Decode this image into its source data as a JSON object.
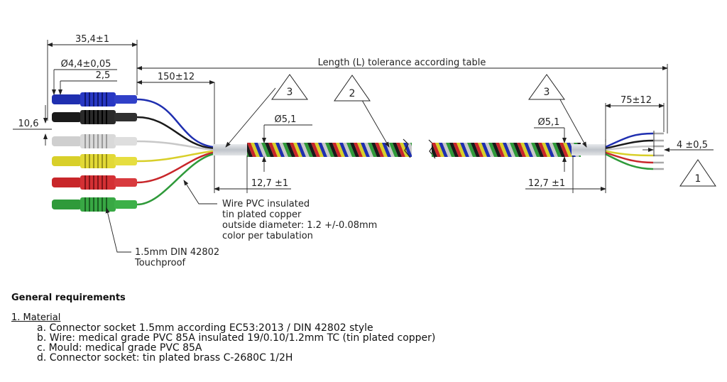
{
  "dimensions": {
    "overall_width": "35,4±1",
    "socket_diameter": "Ø4,4±0,05",
    "socket_pin": "2,5",
    "socket_spacing": "10,6",
    "breakout_left": "150±12",
    "length": "Length (L) tolerance according table",
    "jacket_left_diameter": "Ø5,1",
    "jacket_left_length": "12,7 ±1",
    "jacket_right_diameter": "Ø5,1",
    "jacket_right_length": "12,7 ±1",
    "breakout_right": "75±12",
    "strip_length": "4 ±0,5"
  },
  "callouts": {
    "note3_left": "3",
    "note2": "2",
    "note3_right": "3",
    "note1": "1"
  },
  "annotations": {
    "wire_line1": "Wire PVC insulated",
    "wire_line2": "tin plated copper",
    "wire_line3": "outside diameter: 1.2 +/-0.08mm",
    "wire_line4": "color per tabulation",
    "socket_line1": "1.5mm DIN 42802",
    "socket_line2": "Touchproof"
  },
  "requirements": {
    "heading": "General requirements",
    "section": "1. Material",
    "items": [
      "a. Connector socket 1.5mm according EC53:2013 / DIN 42802 style",
      "b. Wire: medical grade PVC 85A insulated 19/0.10/1.2mm TC (tin plated copper)",
      "c. Mould: medical grade PVC 85A",
      "d. Connector socket: tin plated brass C-2680C 1/2H"
    ]
  },
  "colors": {
    "wire_blue": "#1f2fb0",
    "wire_black": "#1a1a1a",
    "wire_white": "#c8c8c8",
    "wire_yellow": "#d8cf2a",
    "wire_red": "#c8262a",
    "wire_green": "#2f9a3a",
    "jacket": "#cfd3d8"
  }
}
